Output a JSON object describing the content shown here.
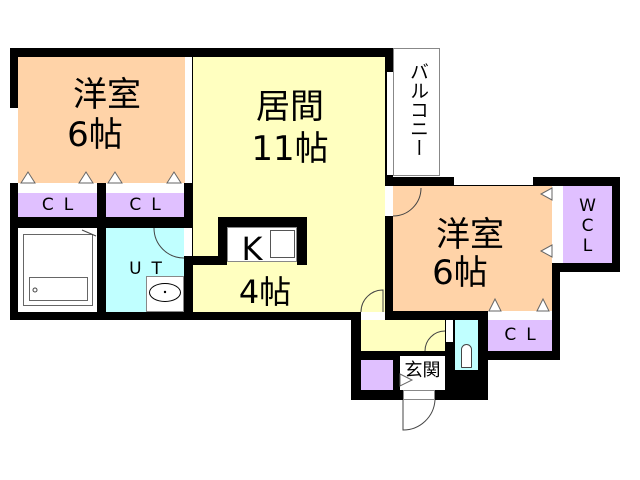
{
  "colors": {
    "western_room": "#FFD3A8",
    "living": "#FFFFC0",
    "closet": "#E0C0FF",
    "water": "#C0FFFF",
    "wall": "#000000"
  },
  "rooms": {
    "bedroom_left": {
      "name": "洋室",
      "size": "6帖"
    },
    "living": {
      "name": "居間",
      "size": "11帖"
    },
    "kitchen": {
      "name": "K",
      "size": "4帖"
    },
    "bedroom_right": {
      "name": "洋室",
      "size": "6帖"
    },
    "closet_1": "CL",
    "closet_2": "CL",
    "closet_3": "CL",
    "walk_in_closet": [
      "W",
      "C",
      "L"
    ],
    "utility": "UT",
    "balcony": "バルコニー",
    "entrance": "玄関"
  }
}
